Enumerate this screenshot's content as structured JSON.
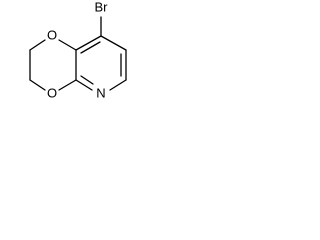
{
  "structure": {
    "atoms": {
      "bromine": "Br",
      "oxygen_top": "O",
      "oxygen_bottom": "O",
      "nitrogen": "N"
    }
  },
  "colors": {
    "bond": "#000000",
    "text": "#000000",
    "background": "#ffffff"
  }
}
